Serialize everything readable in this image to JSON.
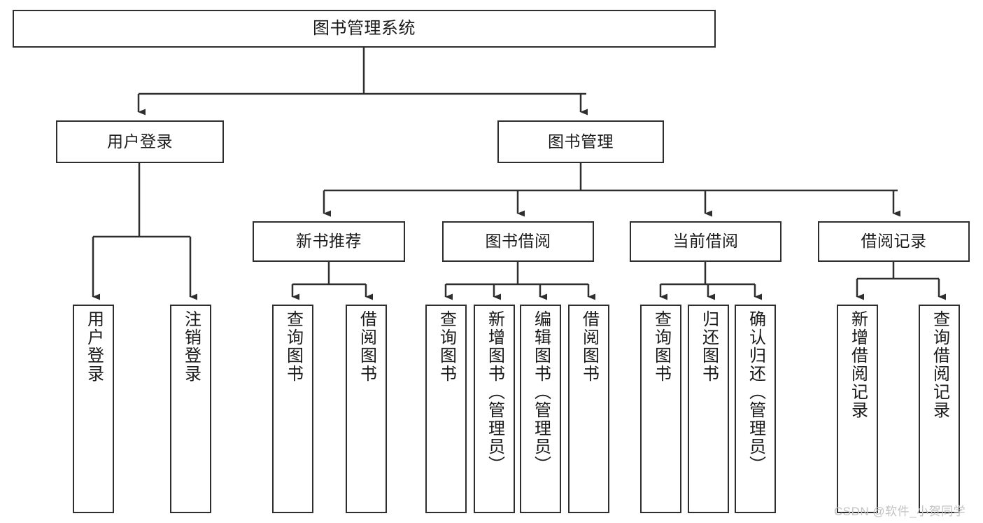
{
  "diagram": {
    "type": "tree-hierarchy-chart",
    "title": "图书管理系统",
    "background_color": "#ffffff",
    "line_color": "#2e2e2e",
    "text_color": "#1a1a1a",
    "watermark": "CSDN @软件_小贺同学",
    "watermark_color": "#c3c3c3",
    "levels": 4
  },
  "nodes": {
    "root": {
      "label": "图书管理系统"
    },
    "level1": [
      {
        "id": "user-login",
        "label": "用户登录"
      },
      {
        "id": "book-manage",
        "label": "图书管理"
      }
    ],
    "level2": [
      {
        "id": "new-book-recommend",
        "label": "新书推荐"
      },
      {
        "id": "book-borrow",
        "label": "图书借阅"
      },
      {
        "id": "current-borrow",
        "label": "当前借阅"
      },
      {
        "id": "borrow-record",
        "label": "借阅记录"
      }
    ],
    "leaves": {
      "user_login": [
        {
          "id": "leaf-user-login",
          "label": "用户登录"
        },
        {
          "id": "leaf-logout-login",
          "label": "注销登录"
        }
      ],
      "new_book_recommend": [
        {
          "id": "leaf-query-book-1",
          "label": "查询图书"
        },
        {
          "id": "leaf-borrow-book-1",
          "label": "借阅图书"
        }
      ],
      "book_borrow": [
        {
          "id": "leaf-query-book-2",
          "label": "查询图书"
        },
        {
          "id": "leaf-add-book",
          "label": "新增图书（管理员）"
        },
        {
          "id": "leaf-edit-book",
          "label": "编辑图书（管理员）"
        },
        {
          "id": "leaf-borrow-book-2",
          "label": "借阅图书"
        }
      ],
      "current_borrow": [
        {
          "id": "leaf-query-book-3",
          "label": "查询图书"
        },
        {
          "id": "leaf-return-book",
          "label": "归还图书"
        },
        {
          "id": "leaf-confirm-return",
          "label": "确认归还（管理员）"
        }
      ],
      "borrow_record": [
        {
          "id": "leaf-add-record",
          "label": "新增借阅记录"
        },
        {
          "id": "leaf-query-record",
          "label": "查询借阅记录"
        }
      ]
    }
  }
}
